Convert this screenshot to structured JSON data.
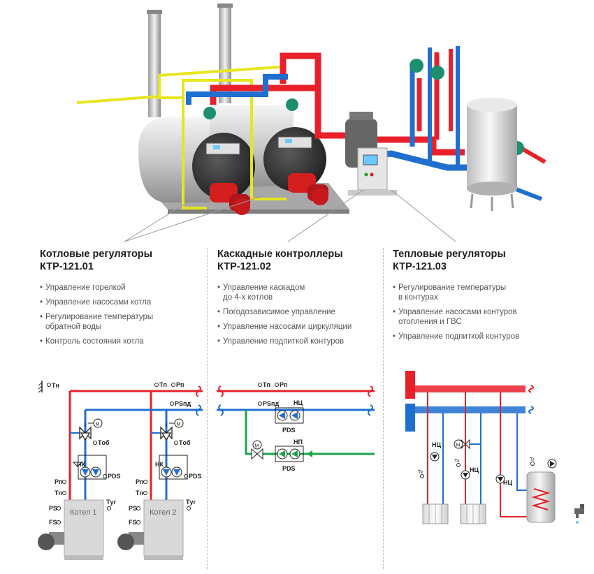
{
  "columns": [
    {
      "title_line1": "Котловые регуляторы",
      "title_line2": "КТР-121.01",
      "items": [
        "Управление горелкой",
        "Управление насосами котла",
        "Регулирование температуры\nобратной воды",
        "Контроль состояния котла"
      ]
    },
    {
      "title_line1": "Каскадные контроллеры",
      "title_line2": "КТР-121.02",
      "items": [
        "Управление каскадом\nдо 4-х котлов",
        "Погодозависимое управление",
        "Управление насосами циркуляции",
        "Управление подпиткой контуров"
      ]
    },
    {
      "title_line1": "Тепловые регуляторы",
      "title_line2": "КТР-121.03",
      "items": [
        "Регулирование температуры\nв контурах",
        "Управление насосами контуров\nотопления и ГВС",
        "Управление подпиткой контуров"
      ]
    }
  ],
  "schematic": {
    "tn": "Tн",
    "tp": "Tп",
    "pp": "Pп",
    "pspd": "PSпд",
    "tob": "Tоб",
    "nk": "НК",
    "nts": "НЦ",
    "np": "НП",
    "pds": "PDS",
    "ps": "PS",
    "fs": "FS",
    "tug": "Tуг",
    "tk": "Tк",
    "tg": "Tг",
    "m": "M",
    "boiler1": "Котел 1",
    "boiler2": "Котел 2"
  },
  "colors": {
    "supply": "#e8202a",
    "return": "#1f6fd0",
    "makeup": "#1aa64a",
    "gas": "#e6e61e",
    "burner": "#d41f1f"
  }
}
